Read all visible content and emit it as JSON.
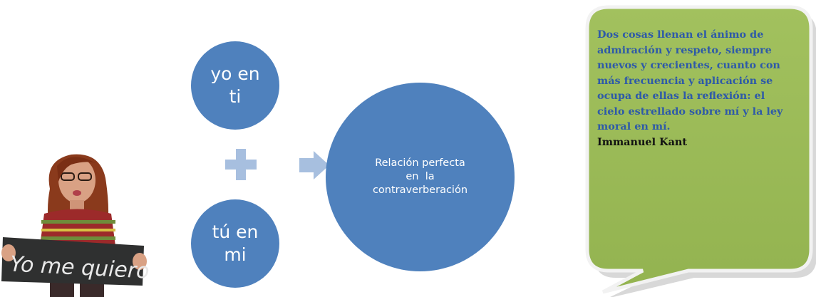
{
  "diagram": {
    "circle_top_line1": "yo en",
    "circle_top_line2": "ti",
    "circle_bottom_line1": "tú en",
    "circle_bottom_line2": "mi",
    "result_line1": "Relación perfecta",
    "result_line2": "en  la",
    "result_line3": "contraverberación"
  },
  "sign": {
    "text": "Yo me quiero"
  },
  "quote": {
    "text": "Dos cosas llenan el ánimo de admiración y respeto, siempre nuevos y crecientes, cuanto con más frecuencia y aplicación se ocupa de ellas la reflexión: el cielo estrellado sobre mí y la ley moral en mí.",
    "author": "Immanuel Kant"
  },
  "colors": {
    "circle": "#4f81bd",
    "symbols": "#a7bfdf",
    "bubble": "#9bbb59",
    "quote_text": "#2e5aa8"
  }
}
